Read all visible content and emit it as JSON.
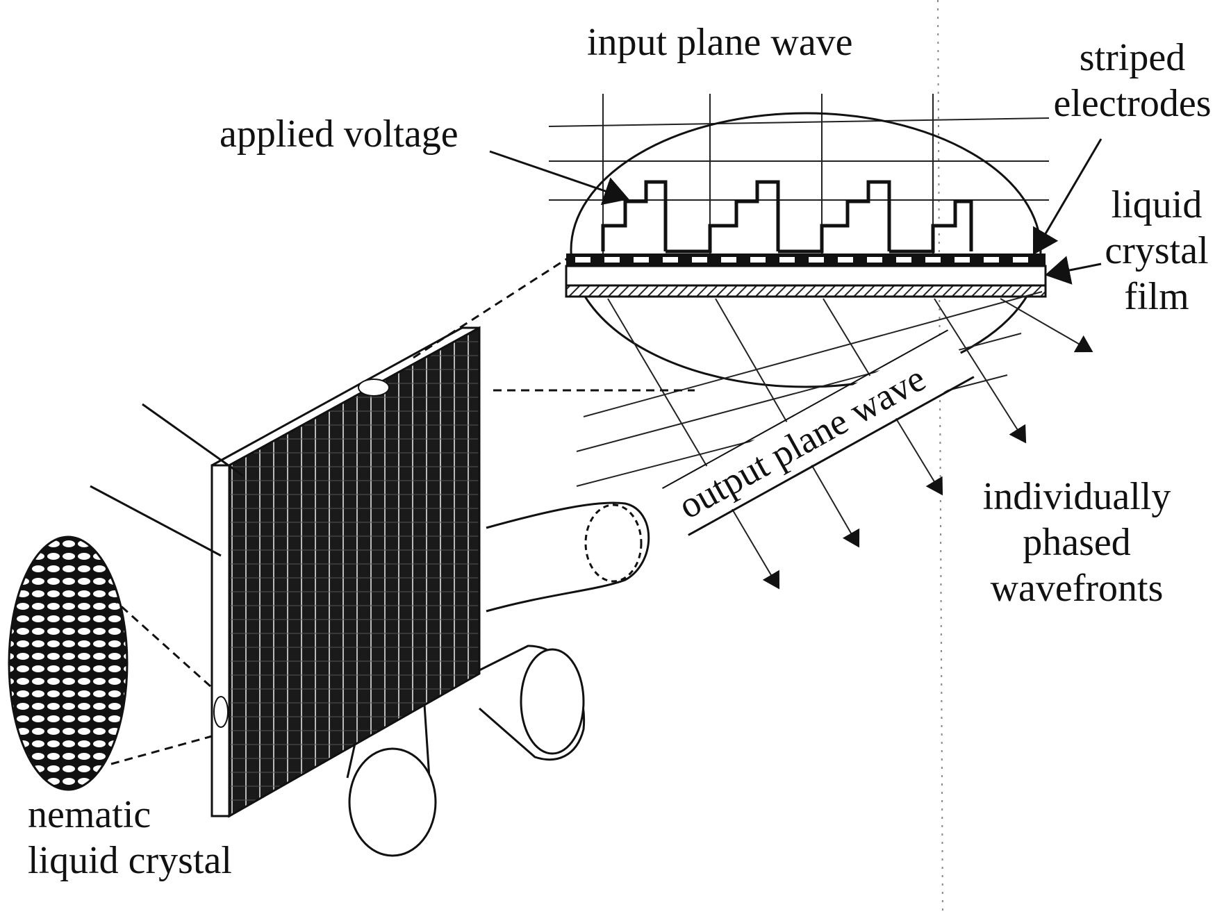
{
  "labels": {
    "input_plane_wave": "input plane wave",
    "applied_voltage": "applied voltage",
    "striped_electrodes": [
      "striped",
      "electrodes"
    ],
    "liquid_crystal_film": [
      "liquid",
      "crystal",
      "film"
    ],
    "output_plane_wave": "output plane wave",
    "individually_phased_wavefronts": [
      "individually",
      "phased",
      "wavefronts"
    ],
    "nematic_liquid_crystal": [
      "nematic",
      "liquid crystal"
    ]
  },
  "colors": {
    "ink": "#111111",
    "background": "#ffffff",
    "hatch": "#222222"
  }
}
